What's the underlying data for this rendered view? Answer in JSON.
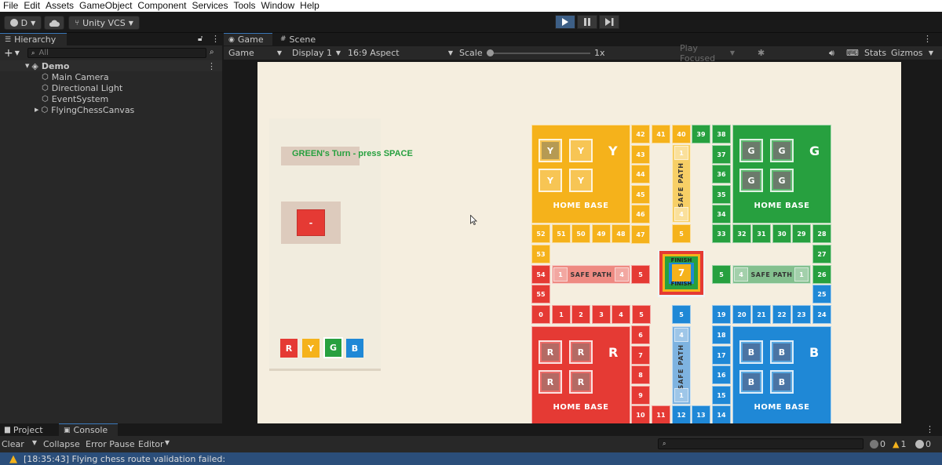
{
  "menu": [
    "File",
    "Edit",
    "Assets",
    "GameObject",
    "Component",
    "Services",
    "Tools",
    "Window",
    "Help"
  ],
  "toolbar": {
    "account": "D",
    "vcs": "Unity VCS"
  },
  "hierarchy": {
    "tab": "Hierarchy",
    "search_placeholder": "All",
    "scene": "Demo",
    "items": [
      "Main Camera",
      "Directional Light",
      "EventSystem",
      "FlyingChessCanvas"
    ]
  },
  "game_tabs": {
    "game": "Game",
    "scene": "Scene"
  },
  "game_bar": {
    "mode": "Game",
    "display": "Display 1",
    "aspect": "16:9 Aspect",
    "scale_label": "Scale",
    "scale_value": "1x",
    "play_focused": "Play Focused",
    "stats": "Stats",
    "gizmos": "Gizmos"
  },
  "game_ui": {
    "turn_text": "GREEN's Turn - press SPACE",
    "dice_value": "-",
    "color_buttons": [
      "R",
      "Y",
      "G",
      "B"
    ]
  },
  "board": {
    "home_base": "HOME BASE",
    "safe_path": "SAFE PATH",
    "finish": "FINISH",
    "center_value": "7",
    "players": {
      "Y": "Y",
      "G": "G",
      "R": "R",
      "B": "B"
    },
    "cells": {
      "top_col_left": [
        "42",
        "43",
        "44",
        "45",
        "46",
        "47"
      ],
      "top_row": [
        "41",
        "40",
        "39",
        "38"
      ],
      "top_col_right": [
        "37",
        "36",
        "35",
        "34"
      ],
      "left_row_upper": [
        "52",
        "51",
        "50",
        "49",
        "48"
      ],
      "right_row_upper": [
        "33",
        "32",
        "31",
        "30",
        "29",
        "28"
      ],
      "c53": "53",
      "c54": "54",
      "c55": "55",
      "c27": "27",
      "c26": "26",
      "c25": "25",
      "left_row_lower": [
        "0",
        "1",
        "2",
        "3",
        "4",
        "5"
      ],
      "right_row_lower": [
        "19",
        "20",
        "21",
        "22",
        "23",
        "24"
      ],
      "bottom_col_left": [
        "6",
        "7",
        "8",
        "9",
        "10"
      ],
      "bottom_row": [
        "11",
        "12",
        "13",
        "14"
      ],
      "bottom_col_right": [
        "18",
        "17",
        "16",
        "15"
      ],
      "c5_top": "5",
      "c5_right": "5",
      "c5_bottom": "5",
      "c5_left": "5",
      "safe_y": [
        "1",
        "4"
      ],
      "safe_r": [
        "1",
        "4"
      ],
      "safe_g": [
        "4",
        "1"
      ],
      "safe_b": [
        "4",
        "1"
      ]
    }
  },
  "bottom": {
    "tabs": {
      "project": "Project",
      "console": "Console"
    },
    "buttons": {
      "clear": "Clear",
      "collapse": "Collapse",
      "error_pause": "Error Pause",
      "editor": "Editor"
    },
    "counts": {
      "errors": "0",
      "warnings": "1",
      "logs": "0"
    },
    "message": "[18:35:43] Flying chess route validation failed:"
  },
  "colors": {
    "yellow": "#f5b21b",
    "green": "#27a03f",
    "red": "#e53a34",
    "blue": "#1f88d6"
  }
}
